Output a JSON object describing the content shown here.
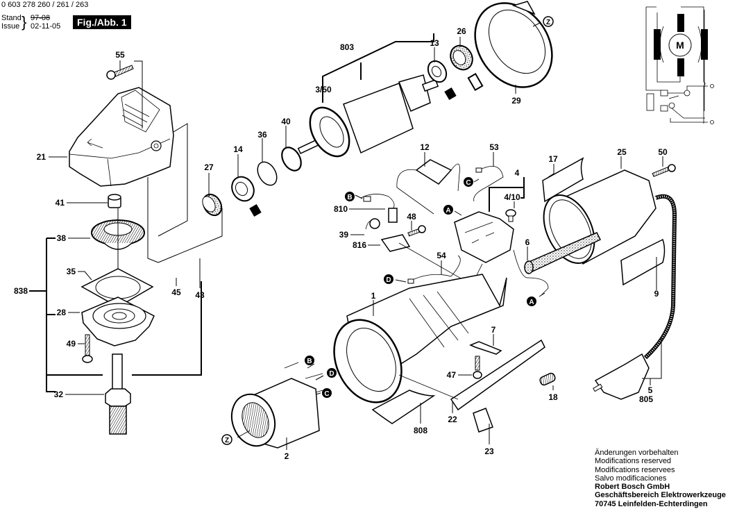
{
  "header": {
    "document_number": "0 603 278 260 / 261 / 263",
    "stand_label": "Stand",
    "issue_label": "Issue",
    "stand_value_struck": "97-08",
    "issue_value": "02-11-05",
    "figure_label": "Fig./Abb. 1"
  },
  "footer": {
    "lines": [
      "Änderungen vorbehalten",
      "Modifications reserved",
      "Modifications reservees",
      "Salvo modificaciones"
    ],
    "company": "Robert Bosch GmbH",
    "division": "Geschäftsbereich Elektrowerkzeuge",
    "address": "70745 Leinfelden-Echterdingen"
  },
  "wiring_diagram": {
    "motor_symbol": "M"
  },
  "part_labels": {
    "p55": "55",
    "p21": "21",
    "p41": "41",
    "p38": "38",
    "p35": "35",
    "p838": "838",
    "p28": "28",
    "p49": "49",
    "p32": "32",
    "p27": "27",
    "p14": "14",
    "p36": "36",
    "p40": "40",
    "p803": "803",
    "p3_50": "3/50",
    "p13": "13",
    "p26": "26",
    "p29": "29",
    "p45": "45",
    "p43": "43",
    "p12": "12",
    "p53": "53",
    "p4": "4",
    "p4_10": "4/10",
    "p810": "810",
    "p48": "48",
    "p39": "39",
    "p816": "816",
    "p54": "54",
    "p6": "6",
    "p17": "17",
    "p25": "25",
    "p50": "50",
    "p9": "9",
    "p1": "1",
    "p7": "7",
    "p47": "47",
    "p22": "22",
    "p23": "23",
    "p808": "808",
    "p2": "2",
    "p18": "18",
    "p5": "5",
    "p805": "805"
  },
  "connector_markers": {
    "a1": "A",
    "a2": "A",
    "b1": "B",
    "b2": "B",
    "c1": "C",
    "c2": "C",
    "d1": "D",
    "d2": "D",
    "z1": "Z",
    "z2": "Z"
  }
}
